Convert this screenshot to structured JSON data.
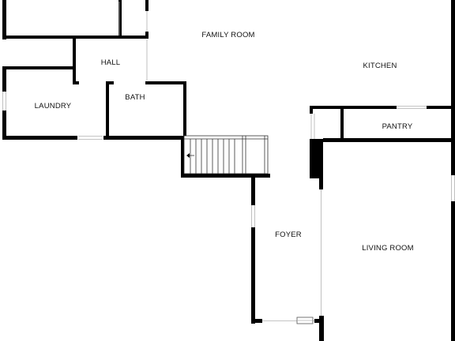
{
  "rooms": {
    "family_room": "FAMILY ROOM",
    "hall": "HALL",
    "kitchen": "KITCHEN",
    "laundry": "LAUNDRY",
    "bath": "BATH",
    "pantry": "PANTRY",
    "foyer": "FOYER",
    "living_room": "LIVING ROOM"
  },
  "colors": {
    "wall": "#000000",
    "background": "#ffffff",
    "window": "#b0b0b0"
  }
}
